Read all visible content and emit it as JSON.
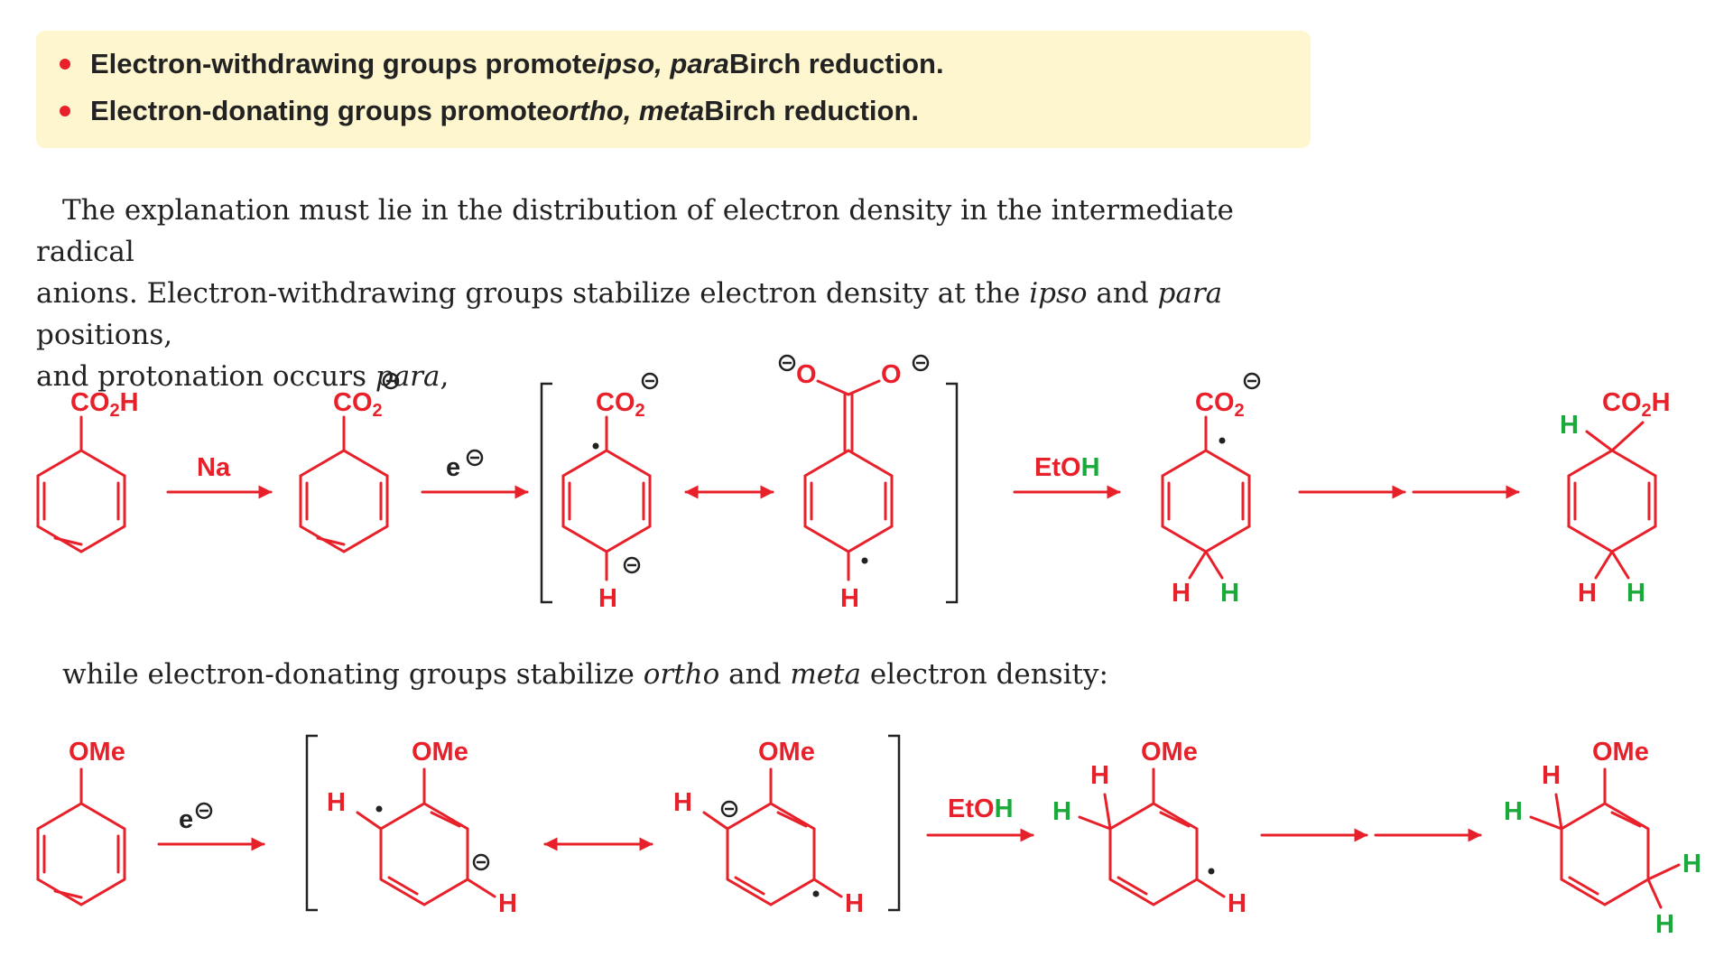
{
  "key_points": {
    "bullet1": {
      "pre": "Electron-withdrawing groups promote ",
      "ital": "ipso, para",
      "post": " Birch reduction."
    },
    "bullet2": {
      "pre": "Electron-donating groups promote ",
      "ital": "ortho, meta",
      "post": " Birch reduction."
    }
  },
  "paragraph1": {
    "line1": "The explanation must lie in the distribution of electron density in the intermediate radical",
    "line2_a": "anions. Electron-withdrawing groups stabilize electron density at the ",
    "line2_ipso": "ipso",
    "line2_b": " and ",
    "line2_para": "para",
    "line2_c": " positions,",
    "line3_a": "and protonation occurs ",
    "line3_para": "para",
    "line3_b": ","
  },
  "paragraph2": {
    "a": "while electron-donating groups stabilize ",
    "ortho": "ortho",
    "b": " and ",
    "meta": "meta",
    "c": " electron density:"
  },
  "scheme1": {
    "co2h_C": "CO",
    "co2h_sub": "2",
    "co2h_H": "H",
    "reagent_na": "Na",
    "e_minus": "e",
    "etoh_a": "EtO",
    "etoh_h": "H",
    "atom_o": "O",
    "atom_h": "H"
  },
  "scheme2": {
    "ome": "OMe",
    "e_minus": "e",
    "etoh_a": "EtO",
    "etoh_h": "H",
    "atom_h": "H"
  },
  "colors": {
    "structure": "#e8202a",
    "added_h": "#1aaa3a",
    "highlight_box": "#fdf6cf"
  }
}
